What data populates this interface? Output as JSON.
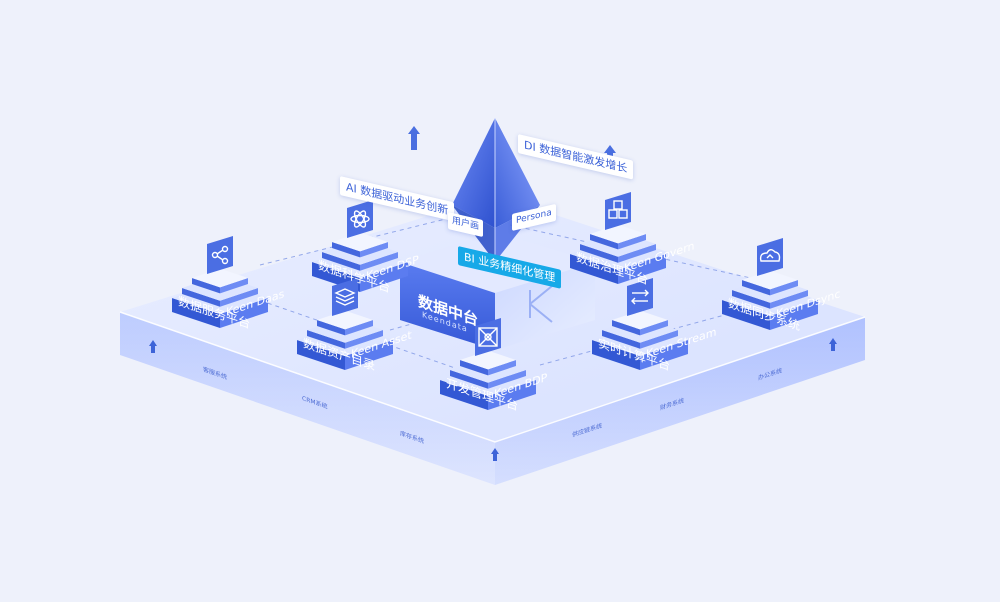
{
  "center": {
    "title": "数据中台",
    "subtitle": "Keendata",
    "logo_icon": "k-logo-icon"
  },
  "callouts": [
    {
      "key": "ai",
      "text": "AI 数据驱动业务创新",
      "style": "white"
    },
    {
      "key": "di",
      "text": "DI 数据智能激发增长",
      "style": "white"
    },
    {
      "key": "bi",
      "text": "BI 业务精细化管理",
      "style": "cyan"
    },
    {
      "key": "persona_left",
      "text": "用户画",
      "style": "white"
    },
    {
      "key": "persona_right",
      "text": "Persona",
      "style": "white"
    }
  ],
  "modules": [
    {
      "key": "daas",
      "zh": "数据服务平台",
      "en": "Keen Daas",
      "icon": "share-nodes-icon"
    },
    {
      "key": "dsp",
      "zh": "数据科学平台",
      "en": "Keen DSP",
      "icon": "atom-icon"
    },
    {
      "key": "asset",
      "zh": "数据资产目录",
      "en": "Keen Asset",
      "icon": "layers-icon"
    },
    {
      "key": "bdp",
      "zh": "开发管理平台",
      "en": "Keen BDP",
      "icon": "network-grid-icon"
    },
    {
      "key": "govern",
      "zh": "数据治理平台",
      "en": "Keen Govern",
      "icon": "cubes-icon"
    },
    {
      "key": "stream",
      "zh": "实时计算平台",
      "en": "Keen Stream",
      "icon": "transfer-arrows-icon"
    },
    {
      "key": "dsync",
      "zh": "数据同步系统",
      "en": "Keen Dsync",
      "icon": "cloud-sync-icon"
    }
  ],
  "base_labels": {
    "left": [
      "客服系统",
      "CRM系统",
      "库存系统"
    ],
    "right": [
      "供应链系统",
      "财务系统",
      "办公系统"
    ]
  },
  "colors": {
    "background": "#eef1fb",
    "accent": "#3d63d8",
    "accent_dark": "#2f52c8",
    "cyan": "#17a9e8"
  }
}
